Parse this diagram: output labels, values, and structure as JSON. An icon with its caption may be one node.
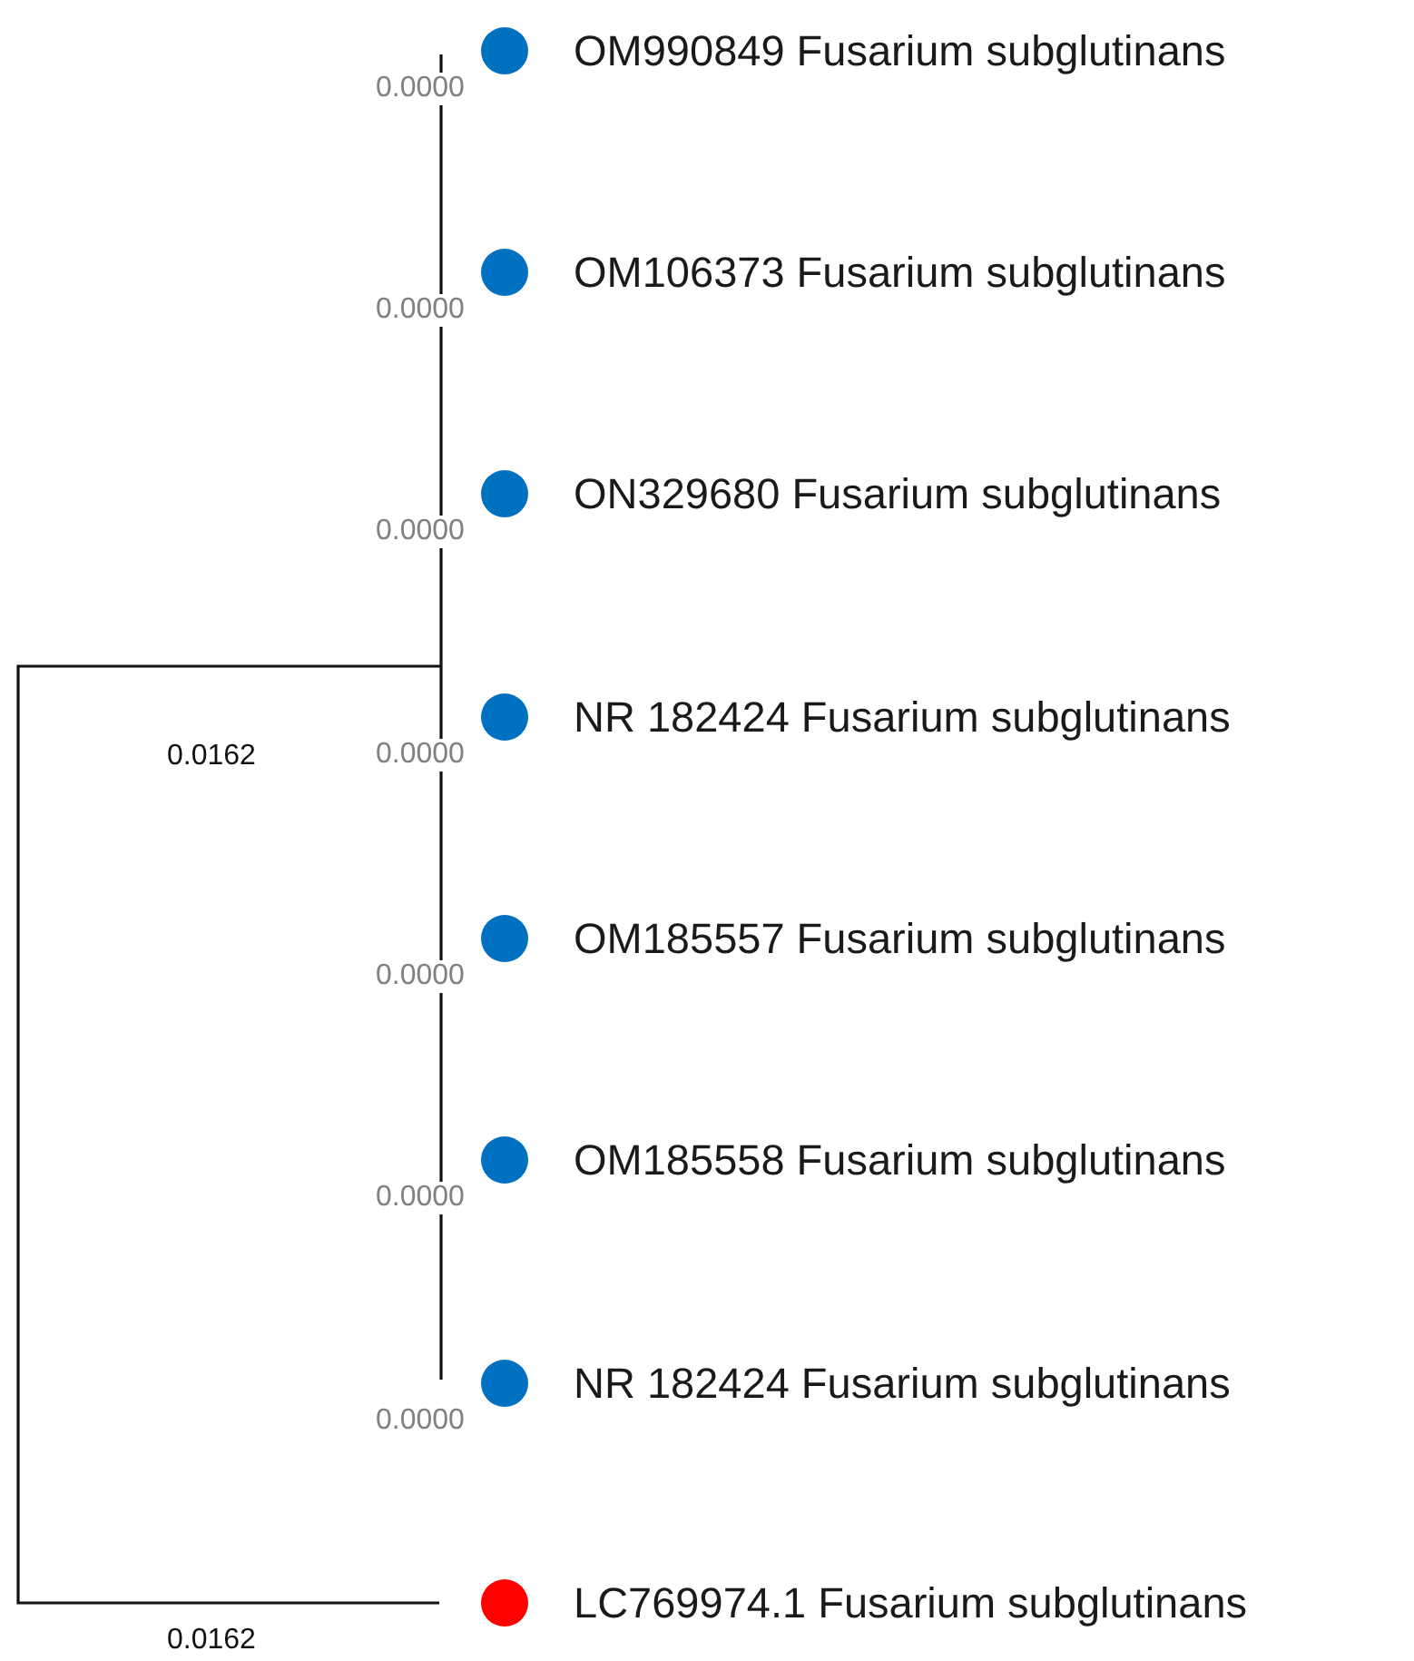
{
  "diagram": {
    "nodes": [
      {
        "text": [
          "OM990849 Fusarium subglutinans"
        ],
        "beside": [
          "0.0000"
        ]
      },
      {
        "text": [
          "OM106373 Fusarium subglutinans"
        ],
        "beside": [
          "0.0000"
        ]
      },
      {
        "text": [
          "ON329680 Fusarium subglutinans"
        ],
        "beside": [
          "0.0000"
        ]
      },
      {
        "text": [
          "NR 182424 Fusarium subglutinans"
        ],
        "beside": [
          "0.0000"
        ]
      },
      {
        "text": [
          "OM185557 Fusarium subglutinans"
        ],
        "beside": [
          "0.0000"
        ]
      },
      {
        "text": [
          "OM185558 Fusarium subglutinans"
        ],
        "beside": [
          "0.0000"
        ]
      },
      {
        "text": [
          "NR 182424 Fusarium subglutinans"
        ],
        "beside": [
          "0.0000"
        ]
      },
      {
        "text": [
          "LC769974.1 Fusarium subglutinans"
        ]
      }
    ],
    "labels": [
      "0.0162",
      "0.0162"
    ]
  }
}
